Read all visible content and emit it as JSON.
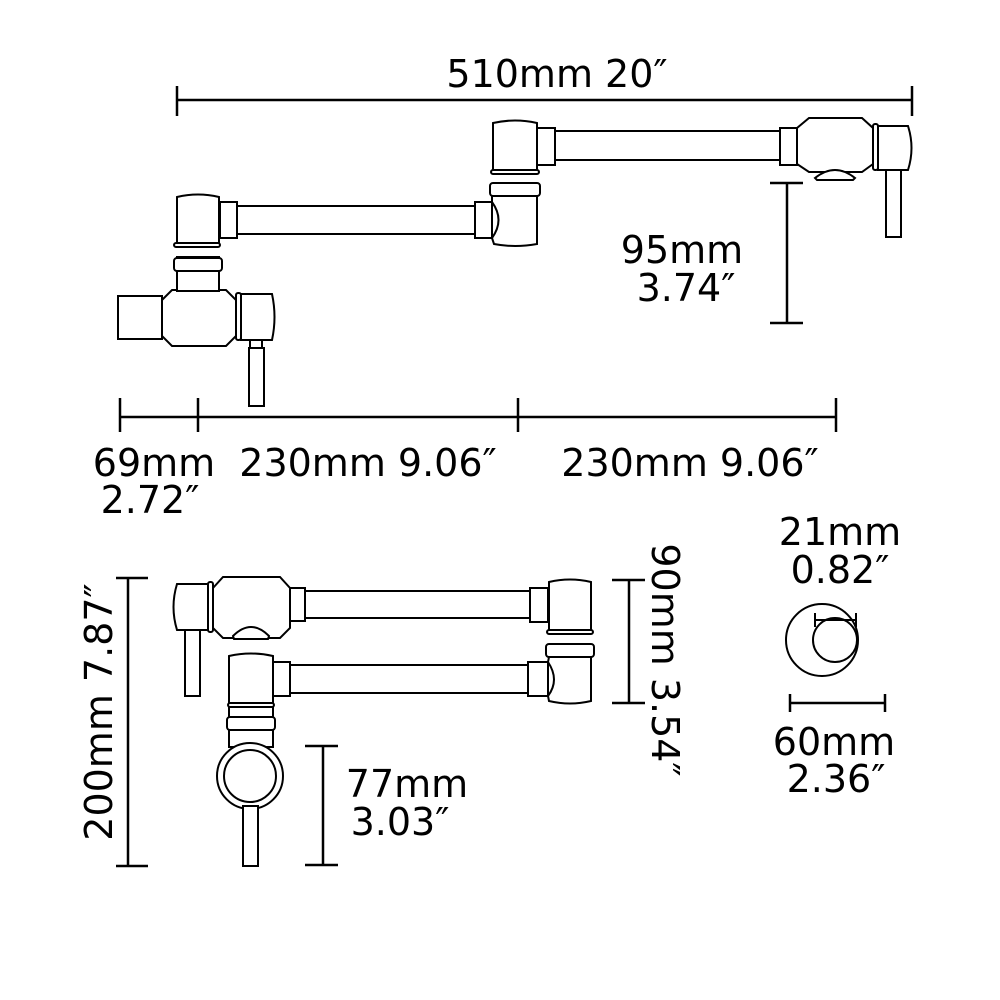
{
  "top_view": {
    "overall_width": "510mm 20″",
    "spout_drop_mm": "95mm",
    "spout_drop_in": "3.74″",
    "wall_offset_mm": "69mm",
    "wall_offset_in": "2.72″",
    "arm1_length": "230mm 9.06″",
    "arm2_length": "230mm 9.06″"
  },
  "folded_view": {
    "overall_height": "200mm 7.87″",
    "arm_spacing": "90mm 3.54″",
    "inlet_height_mm": "77mm",
    "inlet_height_in": "3.03″"
  },
  "flange": {
    "inner_dia_mm": "21mm",
    "inner_dia_in": "0.82″",
    "outer_dia_mm": "60mm",
    "outer_dia_in": "2.36″"
  },
  "colors": {
    "line": "#000000",
    "background": "#ffffff"
  }
}
